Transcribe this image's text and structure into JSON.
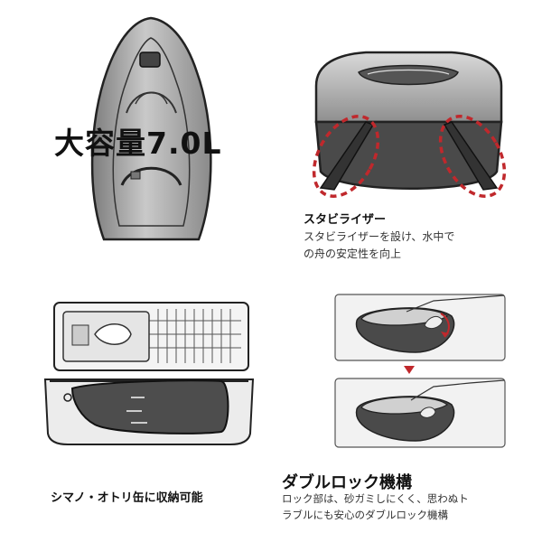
{
  "panels": {
    "capacity": {
      "title": "大容量7.0L"
    },
    "stabilizer": {
      "title": "スタビライザー",
      "desc_line1": "スタビライザーを設け、水中で",
      "desc_line2": "の舟の安定性を向上"
    },
    "storage": {
      "caption": "シマノ・オトリ缶に収納可能"
    },
    "lock": {
      "title": "ダブルロック機構",
      "desc_line1": "ロック部は、砂ガミしにくく、思わぬト",
      "desc_line2": "ラブルにも安心のダブルロック機構"
    }
  },
  "colors": {
    "highlight_dashed": "#c0282c",
    "arrow": "#c0282c"
  }
}
